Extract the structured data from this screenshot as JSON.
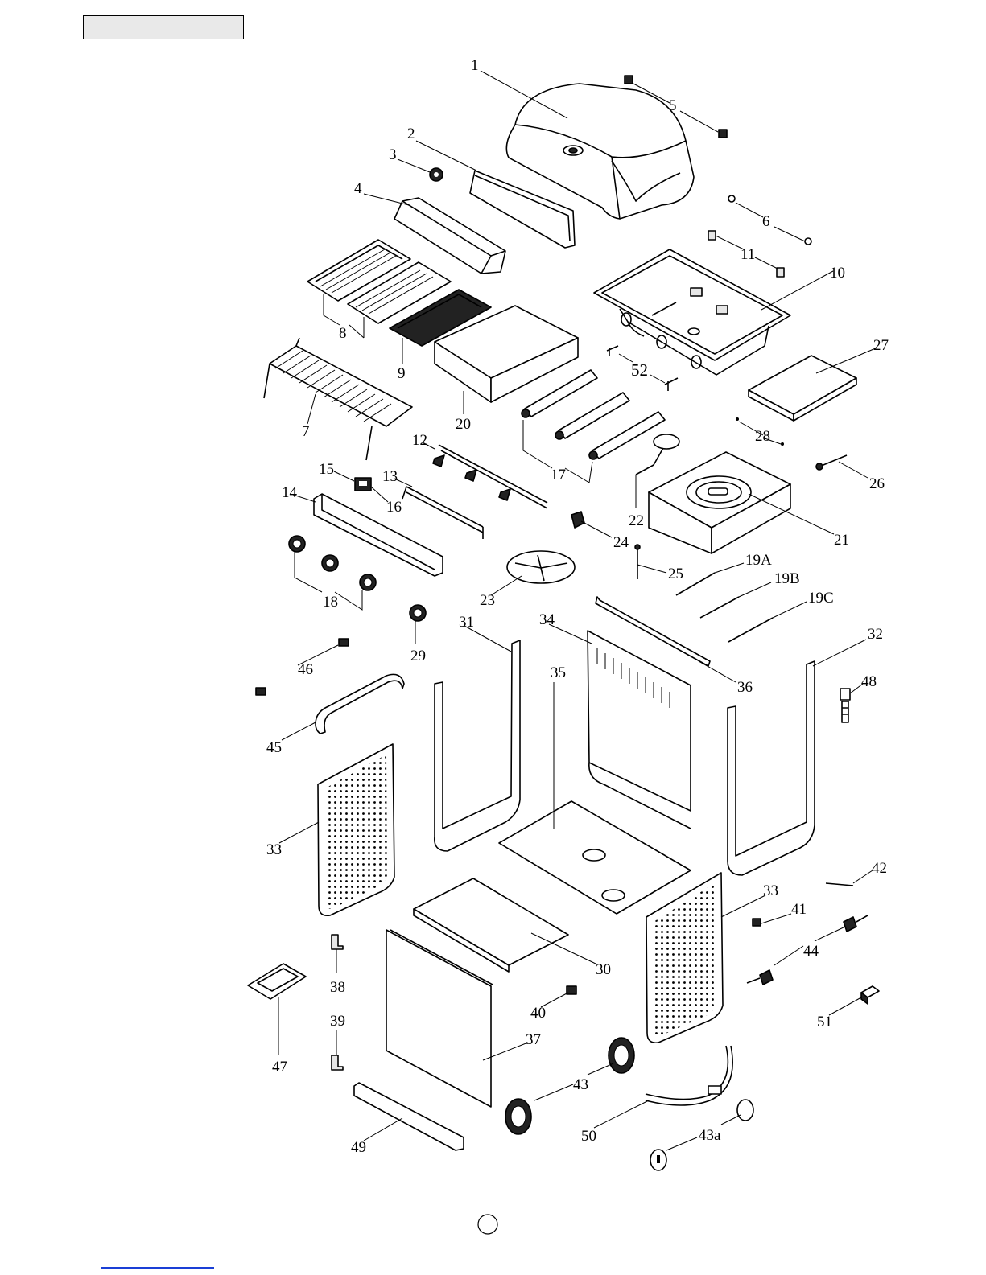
{
  "diagram": {
    "header_box_text": "",
    "labels": [
      {
        "id": "p1",
        "text": "1"
      },
      {
        "id": "p2",
        "text": "2"
      },
      {
        "id": "p3",
        "text": "3"
      },
      {
        "id": "p4",
        "text": "4"
      },
      {
        "id": "p5",
        "text": "5"
      },
      {
        "id": "p6",
        "text": "6"
      },
      {
        "id": "p7",
        "text": "7"
      },
      {
        "id": "p8",
        "text": "8"
      },
      {
        "id": "p9",
        "text": "9"
      },
      {
        "id": "p10",
        "text": "10"
      },
      {
        "id": "p11",
        "text": "11"
      },
      {
        "id": "p12",
        "text": "12"
      },
      {
        "id": "p13",
        "text": "13"
      },
      {
        "id": "p14",
        "text": "14"
      },
      {
        "id": "p15",
        "text": "15"
      },
      {
        "id": "p16",
        "text": "16"
      },
      {
        "id": "p17",
        "text": "17"
      },
      {
        "id": "p18",
        "text": "18"
      },
      {
        "id": "p19a",
        "text": "19A"
      },
      {
        "id": "p19b",
        "text": "19B"
      },
      {
        "id": "p19c",
        "text": "19C"
      },
      {
        "id": "p20",
        "text": "20"
      },
      {
        "id": "p21",
        "text": "21"
      },
      {
        "id": "p22",
        "text": "22"
      },
      {
        "id": "p23",
        "text": "23"
      },
      {
        "id": "p24",
        "text": "24"
      },
      {
        "id": "p25",
        "text": "25"
      },
      {
        "id": "p26",
        "text": "26"
      },
      {
        "id": "p27",
        "text": "27"
      },
      {
        "id": "p28",
        "text": "28"
      },
      {
        "id": "p29",
        "text": "29"
      },
      {
        "id": "p30",
        "text": "30"
      },
      {
        "id": "p31",
        "text": "31"
      },
      {
        "id": "p32",
        "text": "32"
      },
      {
        "id": "p33a",
        "text": "33"
      },
      {
        "id": "p33b",
        "text": "33"
      },
      {
        "id": "p34",
        "text": "34"
      },
      {
        "id": "p35",
        "text": "35"
      },
      {
        "id": "p36",
        "text": "36"
      },
      {
        "id": "p37",
        "text": "37"
      },
      {
        "id": "p38",
        "text": "38"
      },
      {
        "id": "p39",
        "text": "39"
      },
      {
        "id": "p40",
        "text": "40"
      },
      {
        "id": "p41",
        "text": "41"
      },
      {
        "id": "p42",
        "text": "42"
      },
      {
        "id": "p43",
        "text": "43"
      },
      {
        "id": "p43a",
        "text": "43a"
      },
      {
        "id": "p44",
        "text": "44"
      },
      {
        "id": "p45",
        "text": "45"
      },
      {
        "id": "p46",
        "text": "46"
      },
      {
        "id": "p47",
        "text": "47"
      },
      {
        "id": "p48",
        "text": "48"
      },
      {
        "id": "p49",
        "text": "49"
      },
      {
        "id": "p50",
        "text": "50"
      },
      {
        "id": "p51",
        "text": "51"
      },
      {
        "id": "p52",
        "text": "52"
      }
    ],
    "page_number": ""
  }
}
